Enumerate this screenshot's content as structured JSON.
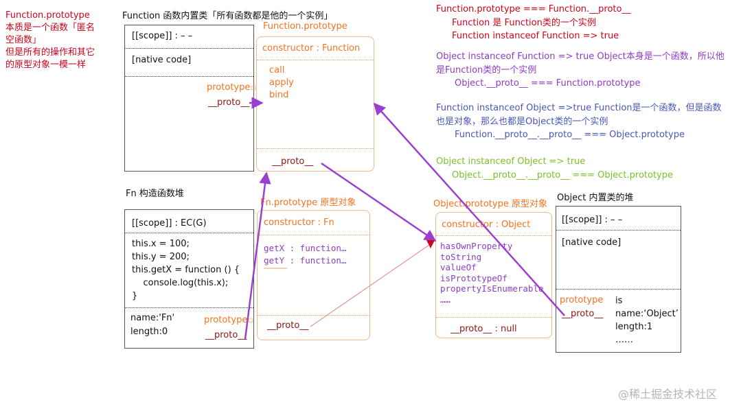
{
  "left_note": [
    "Function.prototype",
    "本质是一个函数「匿名",
    "空函数」",
    "但是所有的操作和其它",
    "的原型对象一模一样"
  ],
  "function_heap": {
    "title": "Function 函数内置类「所有函数都是他的一个实例」",
    "scope": "[[scope]] : – –",
    "code": "[native code]"
  },
  "function_prototype": {
    "title": "Function.prototype",
    "constructor": "constructor : Function",
    "methods": [
      "call",
      "apply",
      "bind"
    ],
    "prototype_label": "prototype",
    "proto_label": "__proto__",
    "bottom_proto": "__proto__"
  },
  "fn_heap": {
    "title": "Fn 构造函数堆",
    "scope": "[[scope]] : EC(G)",
    "code": [
      "this.x = 100;",
      "this.y = 200;",
      "this.getX = function () {",
      "    console.log(this.x);",
      "}"
    ],
    "props": [
      "name:'Fn'",
      "length:0"
    ],
    "prototype_label": "prototype",
    "proto_label": "__proto__"
  },
  "fn_prototype": {
    "title": "Fn.prototype 原型对象",
    "constructor": "constructor :  Fn",
    "methods": [
      "getX  : function…",
      "getY  : function…"
    ],
    "proto": "__proto__"
  },
  "object_prototype": {
    "title": "Object.prototype 原型对象",
    "constructor": "constructor : Object",
    "methods": [
      "hasOwnProperty",
      "toString",
      "valueOf",
      "isPrototypeOf",
      "propertyIsEnumerable",
      "……"
    ],
    "proto": "__proto__  : null"
  },
  "object_heap": {
    "title": "Object 内置类的堆",
    "scope": "[[scope]] : – –",
    "code": "[native code]",
    "prototype_label": "prototype",
    "proto_label": "__proto__",
    "props": [
      "is",
      "name:‘Object’",
      "length:1",
      "……"
    ]
  },
  "notes": {
    "red": [
      "Function.prototype === Function.__proto__",
      "Function 是 Function类的一个实例",
      "Function instanceof Function  => true"
    ],
    "purple": [
      "Object instanceof Function => true    Object本身是一个函数，所以他",
      "是Function类的一个实例",
      "Object.__proto__ === Function.prototype"
    ],
    "blue": [
      "Function instanceof Object =>true     Function是一个函数，但是函数",
      "也是对象，那么也都是Object类的一个实例",
      "Function.__proto__.__proto__ === Object.prototype"
    ],
    "green": [
      "Object instanceof Object  => true",
      "Object.__proto__.__proto__ === Object.prototype"
    ]
  },
  "watermark": "@稀土掘金技术社区",
  "colors": {
    "red": "#d0021b",
    "orange": "#f5721e",
    "purple": "#8d3cc4",
    "blue": "#4a55b5",
    "green": "#7ac12b",
    "arrow": "#9b3fd0"
  }
}
